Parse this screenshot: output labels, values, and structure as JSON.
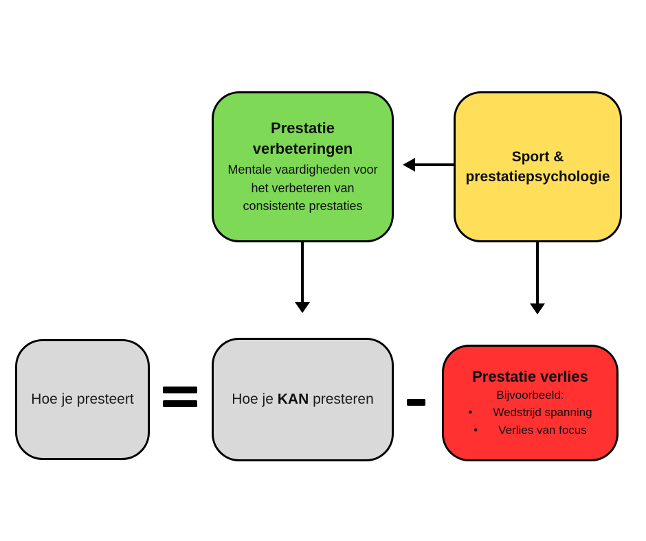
{
  "diagram": {
    "background": "#ffffff",
    "stroke": "#000000",
    "boxes": {
      "improvements": {
        "fill": "#7ED957",
        "title_lines": [
          "Prestatie",
          "verbeteringen"
        ],
        "body_lines": [
          "Mentale vaardigheden voor",
          "het verbeteren van",
          "consistente prestaties"
        ]
      },
      "sport": {
        "fill": "#FFDE59",
        "title_lines": [
          "Sport &",
          "prestatiepsychologie"
        ]
      },
      "perform_actual": {
        "fill": "#D9D9D9",
        "label": "Hoe je presteert"
      },
      "perform_potential": {
        "fill": "#D9D9D9",
        "prefix": "Hoe je ",
        "emphasis": "KAN",
        "suffix": " presteren"
      },
      "loss": {
        "fill": "#FF3131",
        "title": "Prestatie verlies",
        "subtitle": "Bijvoorbeeld:",
        "bullet_glyph": "•",
        "bullets": [
          "Wedstrijd spanning",
          "Verlies van focus"
        ]
      }
    },
    "operators": {
      "equals": "=",
      "minus": "-"
    }
  }
}
